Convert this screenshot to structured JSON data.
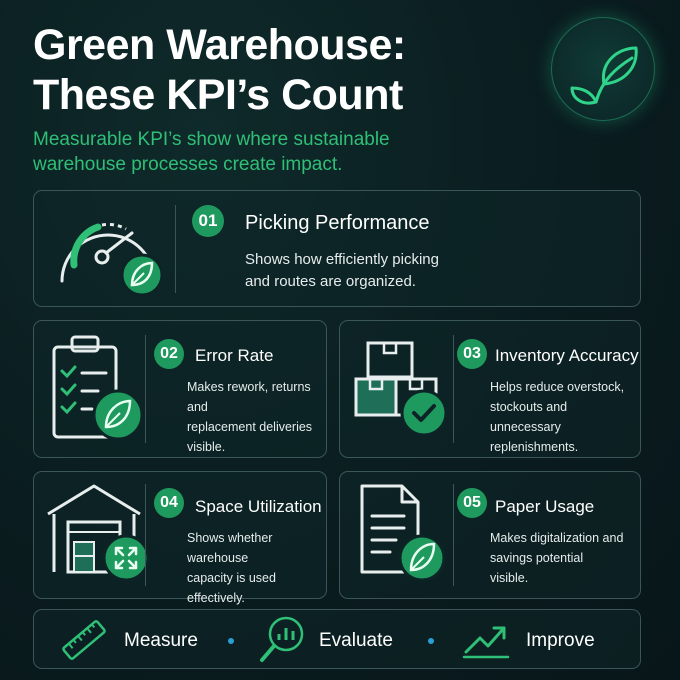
{
  "header": {
    "title_line1": "Green Warehouse:",
    "title_line2": "These KPI’s Count",
    "subtitle_line1": "Measurable KPI’s show where sustainable",
    "subtitle_line2": "warehouse processes create impact."
  },
  "kpis": [
    {
      "number": "01",
      "title": "Picking Performance",
      "desc_lines": [
        "Shows how efficiently picking",
        "and routes are organized."
      ],
      "icon": "speedometer-leaf-icon"
    },
    {
      "number": "02",
      "title": "Error Rate",
      "desc_lines": [
        "Makes rework, returns and",
        "replacement deliveries",
        "visible."
      ],
      "icon": "checklist-leaf-icon"
    },
    {
      "number": "03",
      "title": "Inventory Accuracy",
      "desc_lines": [
        "Helps reduce overstock,",
        "stockouts and unnecessary",
        "replenishments."
      ],
      "icon": "boxes-check-icon"
    },
    {
      "number": "04",
      "title": "Space Utilization",
      "desc_lines": [
        "Shows whether warehouse",
        "capacity is used",
        "effectively."
      ],
      "icon": "warehouse-expand-icon"
    },
    {
      "number": "05",
      "title": "Paper Usage",
      "desc_lines": [
        "Makes digitalization and",
        "savings potential",
        "visible."
      ],
      "icon": "document-leaf-icon"
    }
  ],
  "steps": [
    {
      "label": "Measure",
      "icon": "ruler-icon"
    },
    {
      "label": "Evaluate",
      "icon": "magnifier-chart-icon"
    },
    {
      "label": "Improve",
      "icon": "trend-up-icon"
    }
  ],
  "colors": {
    "background": "#0a1c1f",
    "accent_green": "#2fbf77",
    "badge_green": "#1f9a5e",
    "card_border": "#3a5656",
    "separator_dot": "#2a9fd6"
  }
}
